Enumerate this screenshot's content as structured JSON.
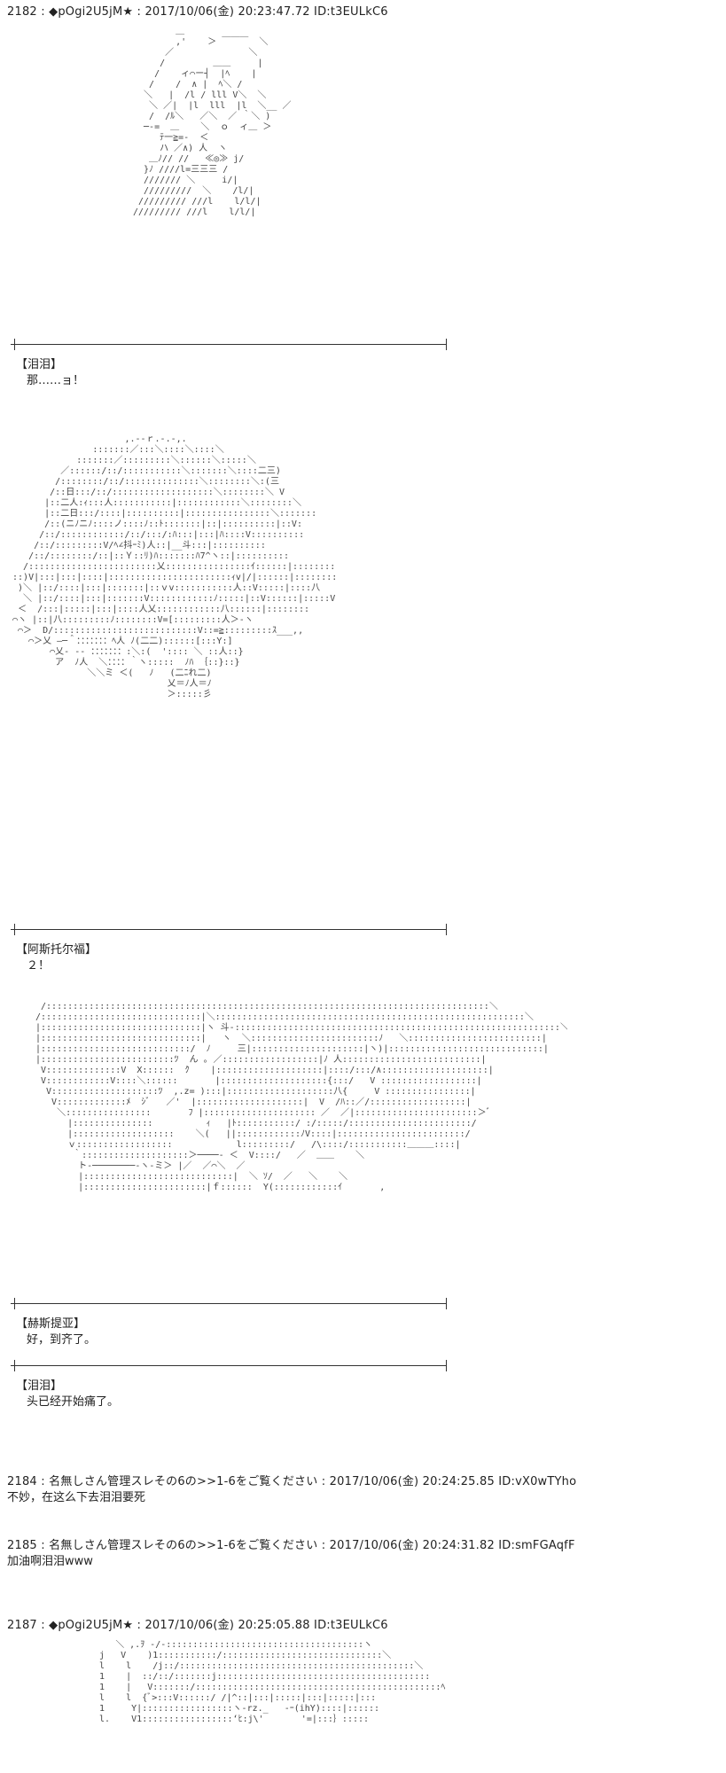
{
  "posts": [
    {
      "header": "2182 : ◆pOgi2U5jM★ : 2017/10/06(金) 20:23:47.72 ID:t3EULkC6",
      "blocks": [
        {
          "speaker": "【泪泪】",
          "text": "那……ョ！"
        },
        {
          "speaker": "【阿斯托尔福】",
          "text": "２！"
        },
        {
          "speaker": "【赫斯提亚】",
          "text": "好，到齐了。"
        },
        {
          "speaker": "【泪泪】",
          "text": "头已经开始痛了。"
        }
      ]
    },
    {
      "header": "2184 : 名無しさん管理スレその6の>>1-6をご覧ください : 2017/10/06(金) 20:24:25.85 ID:vX0wTYho",
      "body": "不妙，在这么下去泪泪要死"
    },
    {
      "header": "2185 : 名無しさん管理スレその6の>>1-6をご覧ください : 2017/10/06(金) 20:24:31.82 ID:smFGAqfF",
      "body": "加油啊泪泪www"
    },
    {
      "header": "2187 : ◆pOgi2U5jM★ : 2017/10/06(金) 20:25:05.88 ID:t3EULkC6"
    }
  ]
}
